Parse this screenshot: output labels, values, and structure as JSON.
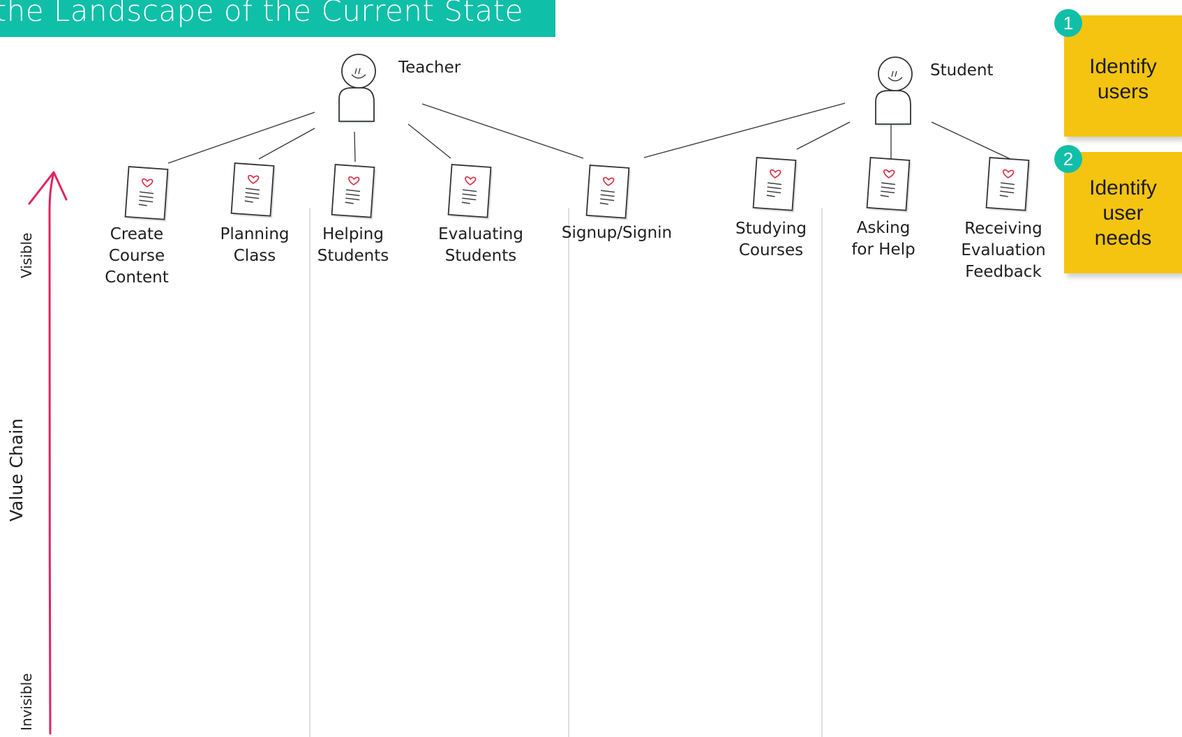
{
  "title": "the Landscape of the Current State",
  "actors": [
    {
      "id": "teacher",
      "name": "Teacher"
    },
    {
      "id": "student",
      "name": "Student"
    }
  ],
  "needs": [
    {
      "id": "create-course-content",
      "label": "Create\nCourse\nContent",
      "users": [
        "teacher"
      ]
    },
    {
      "id": "planning-class",
      "label": "Planning\nClass",
      "users": [
        "teacher"
      ]
    },
    {
      "id": "helping-students",
      "label": "Helping\nStudents",
      "users": [
        "teacher"
      ]
    },
    {
      "id": "evaluating-students",
      "label": "Evaluating\nStudents",
      "users": [
        "teacher"
      ]
    },
    {
      "id": "signup-signin",
      "label": "Signup/Signin",
      "users": [
        "teacher",
        "student"
      ]
    },
    {
      "id": "studying-courses",
      "label": "Studying\nCourses",
      "users": [
        "student"
      ]
    },
    {
      "id": "asking-for-help",
      "label": "Asking\nfor Help",
      "users": [
        "student"
      ]
    },
    {
      "id": "receiving-evaluation-feedback",
      "label": "Receiving\nEvaluation\nFeedback",
      "users": [
        "student"
      ]
    }
  ],
  "steps": [
    {
      "number": "1",
      "label": "Identify\nusers"
    },
    {
      "number": "2",
      "label": "Identify\nuser\nneeds"
    }
  ],
  "axis": {
    "name": "Value Chain",
    "top": "Visible",
    "bottom": "Invisible"
  },
  "colors": {
    "title_bar": "#10bfa8",
    "sticky": "#f5c410",
    "badge": "#10bfa8",
    "axis_arrow": "#e0245e",
    "heart": "#d6283e"
  },
  "icons": {
    "actor": "stick-figure-icon",
    "need": "heart-document-icon"
  }
}
